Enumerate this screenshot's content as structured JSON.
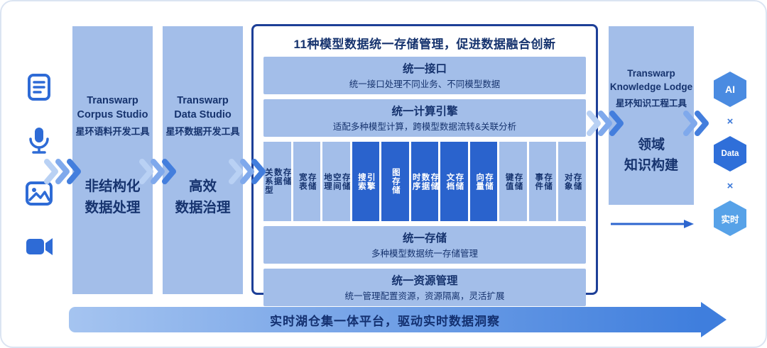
{
  "sources": {
    "icons": [
      {
        "name": "document-icon"
      },
      {
        "name": "microphone-icon"
      },
      {
        "name": "image-icon"
      },
      {
        "name": "video-icon"
      }
    ]
  },
  "columns": [
    {
      "title_en": "Transwarp\nCorpus Studio",
      "title_zh": "星环语料开发工具",
      "label": "非结构化\n数据处理"
    },
    {
      "title_en": "Transwarp\nData Studio",
      "title_zh": "星环数据开发工具",
      "label": "高效\n数据治理"
    }
  ],
  "center": {
    "title": "11种模型数据统一存储管理，促进数据融合创新",
    "bars_top": [
      {
        "title": "统一接口",
        "subtitle": "统一接口处理不同业务、不同模型数据"
      },
      {
        "title": "统一计算引擎",
        "subtitle": "适配多种模型计算，跨模型数据流转&关联分析"
      }
    ],
    "storages": [
      {
        "label": "关系型\n数据\n存储",
        "highlight": false
      },
      {
        "label": "宽表\n存储",
        "highlight": false
      },
      {
        "label": "地理\n空间\n存储",
        "highlight": false
      },
      {
        "label": "搜索\n引擎",
        "highlight": true
      },
      {
        "label": "图存储",
        "highlight": true
      },
      {
        "label": "时序\n数据\n存储",
        "highlight": true
      },
      {
        "label": "文档\n存储",
        "highlight": true
      },
      {
        "label": "向量\n存储",
        "highlight": true
      },
      {
        "label": "键值\n存储",
        "highlight": false
      },
      {
        "label": "事件\n存储",
        "highlight": false
      },
      {
        "label": "对象\n存储",
        "highlight": false
      }
    ],
    "bars_bottom": [
      {
        "title": "统一存储",
        "subtitle": "多种模型数据统一存储管理"
      },
      {
        "title": "统一资源管理",
        "subtitle": "统一管理配置资源，资源隔离，灵活扩展"
      }
    ]
  },
  "right": {
    "title_en": "Transwarp\nKnowledge Lodge",
    "title_zh": "星环知识工程工具",
    "label": "领域\n知识构建"
  },
  "hexagons": [
    {
      "label": "AI"
    },
    {
      "label": "Data"
    },
    {
      "label": "实时"
    }
  ],
  "multiply_sign": "×",
  "banner": {
    "text": "实时湖仓集一体平台，驱动实时数据洞察"
  },
  "colors": {
    "panel_light": "#a3bee9",
    "storage_highlight": "#2a63cd",
    "text_navy": "#16336e",
    "border_navy": "#1d3f97",
    "accent_blue": "#2e6bd6",
    "banner_gradient_start": "#a5c4f0",
    "banner_gradient_end": "#3f7edd"
  }
}
